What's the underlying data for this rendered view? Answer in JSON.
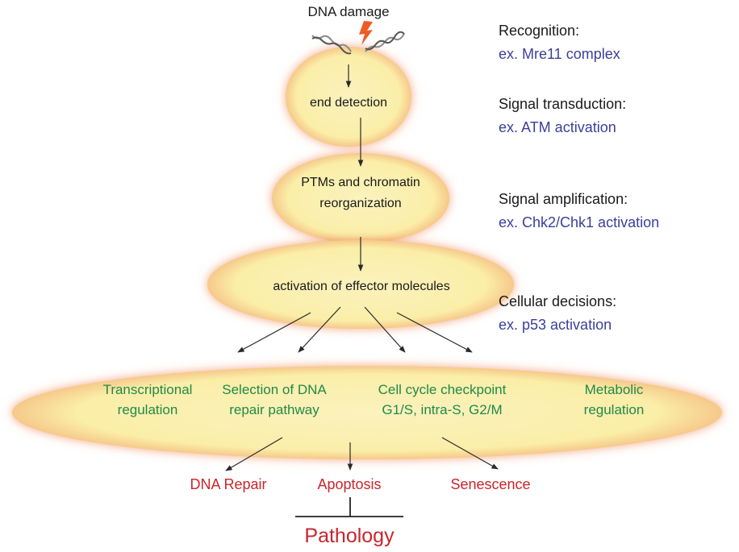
{
  "diagram": {
    "top_label": "DNA damage",
    "nodes": {
      "end_detection": "end detection",
      "ptms": [
        "PTMs and chromatin",
        "reorganization"
      ],
      "effector": "activation of effector molecules",
      "decisions": [
        {
          "lines": [
            "Transcriptional",
            "regulation"
          ]
        },
        {
          "lines": [
            "Selection of DNA",
            "repair pathway"
          ]
        },
        {
          "lines": [
            "Cell cycle checkpoint",
            "G1/S, intra-S, G2/M"
          ]
        },
        {
          "lines": [
            "Metabolic",
            "regulation"
          ]
        }
      ]
    },
    "outcomes": [
      "DNA Repair",
      "Apoptosis",
      "Senescence"
    ],
    "pathology": "Pathology",
    "stages": [
      {
        "title": "Recognition:",
        "example": "ex. Mre11 complex"
      },
      {
        "title": "Signal transduction:",
        "example": "ex. ATM activation"
      },
      {
        "title": "Signal amplification:",
        "example": "ex. Chk2/Chk1 activation"
      },
      {
        "title": "Cellular decisions:",
        "example": "ex. p53 activation"
      }
    ],
    "colors": {
      "node_fill": "#fbf1b5",
      "node_glow": "#f4a070",
      "stage_title": "#1a1a1a",
      "stage_example": "#3a3f9a",
      "decision_text": "#1f8a4a",
      "outcome_text": "#c8262c",
      "lightning": "#f05a24"
    },
    "icons": {
      "lightning": "lightning-bolt-icon",
      "dna": "broken-dna-helix-icon"
    }
  }
}
